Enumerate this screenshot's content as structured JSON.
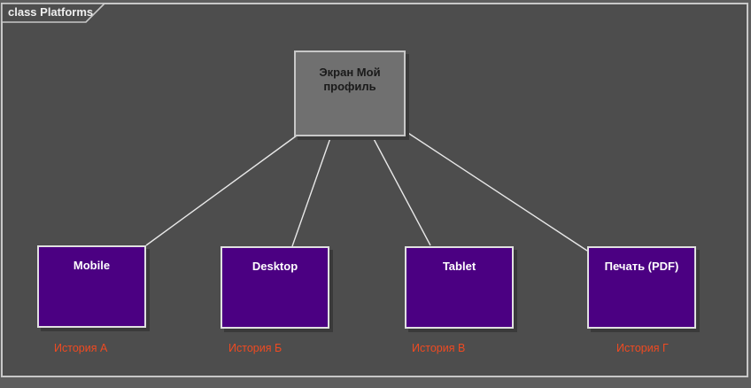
{
  "diagram": {
    "frame_label": "class Platforms"
  },
  "colors": {
    "outer-bg": "#5e5e5e",
    "canvas-bg": "#4d4d4d",
    "frame-border": "#c8c8c8",
    "connector": "#e8e8e8",
    "shadow": "#3a3a3a",
    "root-fill": "#707070",
    "root-border": "#c8c8c8",
    "root-text": "#1a1a1a",
    "platform-fill": "#4b0082",
    "platform-border": "#e0e0e0",
    "platform-text": "#ffffff",
    "story-text": "#f04a21"
  },
  "nodes": {
    "root": {
      "label": "Экран Мой профиль"
    },
    "platforms": [
      {
        "label": "Mobile",
        "story": "История А"
      },
      {
        "label": "Desktop",
        "story": "История Б"
      },
      {
        "label": "Tablet",
        "story": "История В"
      },
      {
        "label": "Печать (PDF)",
        "story": "История Г"
      }
    ]
  }
}
